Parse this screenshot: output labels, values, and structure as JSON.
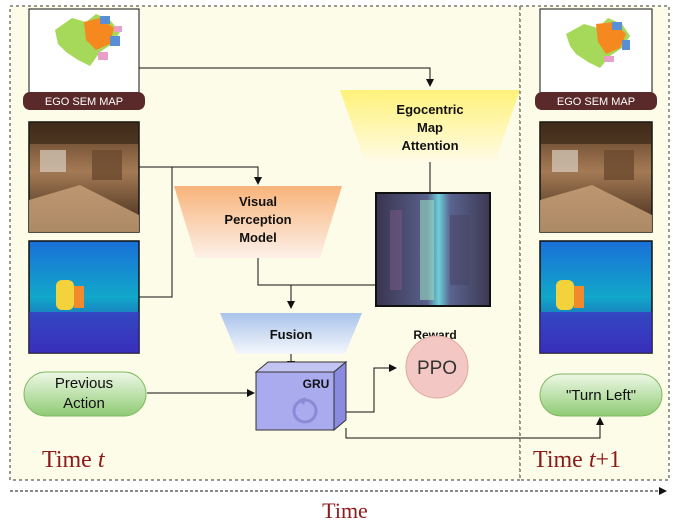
{
  "panels": {
    "left_time_label": "Time ",
    "left_time_var": "t",
    "right_time_var": "t",
    "right_time_suffix": "+1"
  },
  "ego_map": {
    "badge_left": "EGO SEM MAP",
    "badge_right": "EGO SEM MAP"
  },
  "modules": {
    "ema_line1": "Egocentric",
    "ema_line2": "Map",
    "ema_line3": "Attention",
    "vpm_line1": "Visual",
    "vpm_line2": "Perception",
    "vpm_line3": "Model",
    "fusion": "Fusion",
    "gru": "GRU",
    "reward": "Reward",
    "ppo": "PPO"
  },
  "inputs": {
    "prev_action_line1": "Previous",
    "prev_action_line2": "Action"
  },
  "outputs": {
    "action": "\"Turn Left\""
  },
  "axis": {
    "label": "Time"
  },
  "colors": {
    "panel_bg": "#fcfce8",
    "badge_bg": "#5a2a2a",
    "ema_yellow": "#fff27a",
    "vpm_orange": "#f8b47a",
    "fusion_blue": "#a9c3ea",
    "gru_purple": "#aaaaee",
    "ppo_pink": "#f3c7c3",
    "green_pill": "#96cf7a",
    "time_label_red": "#8b1a1a"
  }
}
